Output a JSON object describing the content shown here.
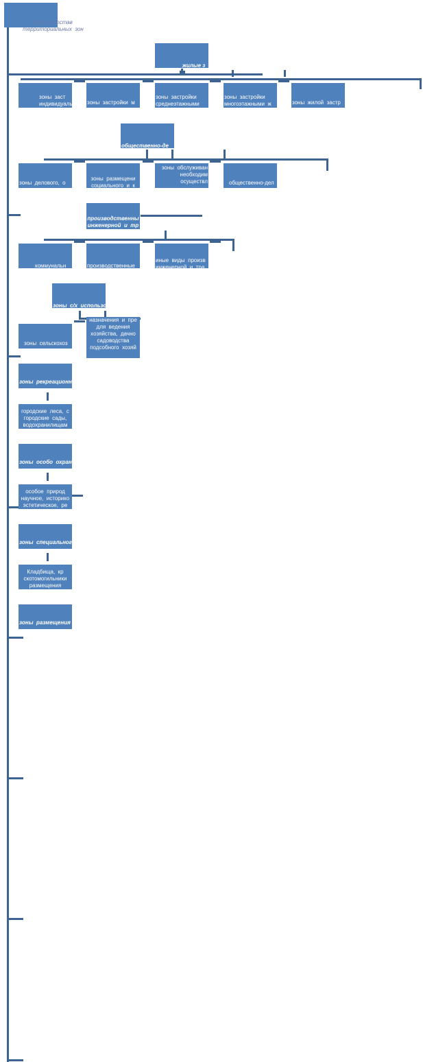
{
  "title": "Виды и состав\nтерриториальных  зон",
  "groups": {
    "residential": {
      "header": "жилые з",
      "items": [
        "зоны  заст\nиндивидуальны",
        "зоны  застройки  м",
        "зоны  застройки\nсреднеэтажными",
        "зоны  застройки\nмногоэтажными  ж",
        "зоны  жилой  застр"
      ]
    },
    "public": {
      "header": "общественно-де",
      "items": [
        "зоны  делового,  о",
        "зоны  размещени\nсоциального  и  к",
        "зоны  обслуживан\nнеобходим\nосуществл",
        "общественно-дел"
      ]
    },
    "industrial": {
      "header": "производственны\nинженерной  и  тр\nр",
      "items": [
        "коммунальн",
        "производственные",
        "иные  виды  произв\nинженерной  и  тра"
      ]
    },
    "agricultural": {
      "header": "зоны  с/х  использо",
      "items": [
        "зоны  сельскохоз",
        "назначения  и  пре\nдля  ведения\nхозяйства,  дачно\nсадоводства\nподсобного  хозяй"
      ]
    },
    "recreational": {
      "header": "зоны  рекреационн",
      "item": "городские  леса,  с\nгородские  сады,\nводохранилищам"
    },
    "protected": {
      "header": "зоны  особо  охран",
      "item": "особое  природ\nнаучное,  историко\nэстетическое,  ре"
    },
    "special": {
      "header": "зоны  специального",
      "item": "Кладбища,  кр\nскотомогильники\nразмещения"
    },
    "military": {
      "header": "зоны  размещения"
    }
  }
}
